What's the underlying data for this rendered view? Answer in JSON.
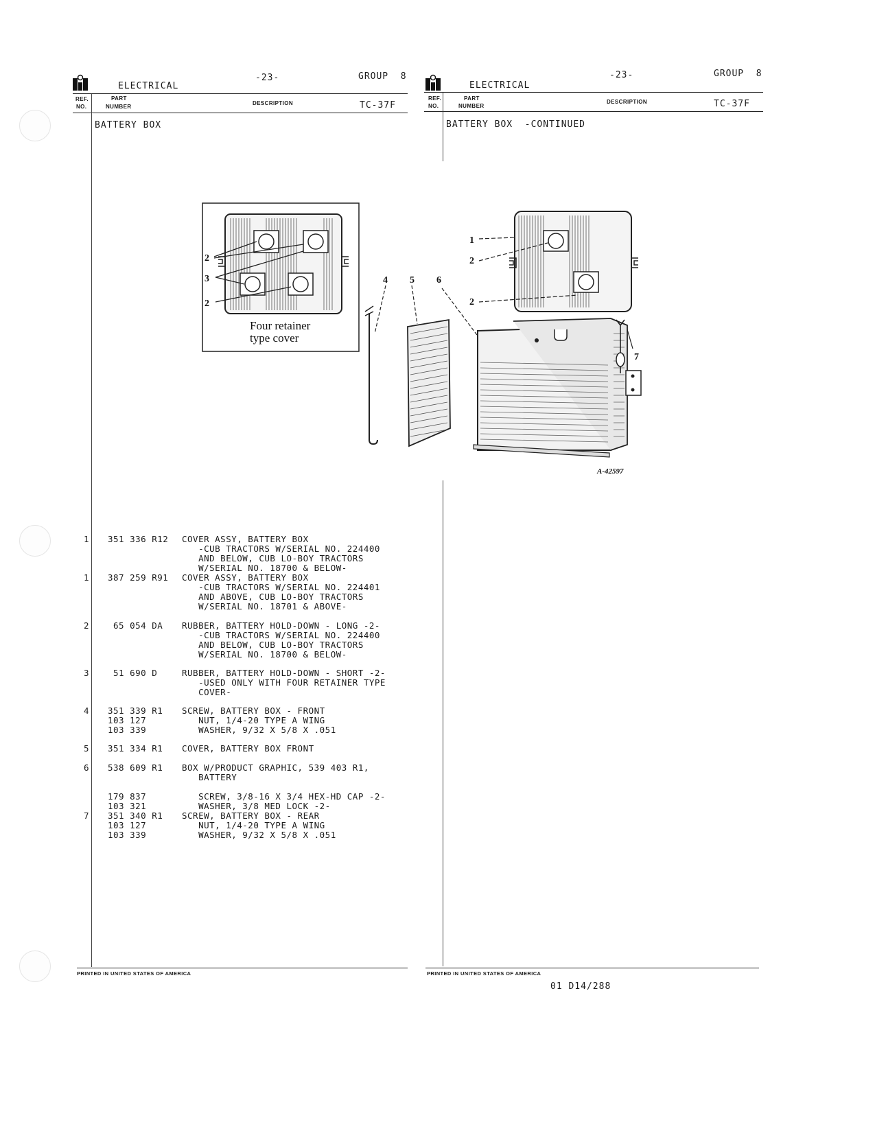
{
  "left_page": {
    "section": "ELECTRICAL",
    "page_number": "-23-",
    "group": "GROUP  8",
    "col_ref": "REF.",
    "col_no": "NO.",
    "col_part": "PART",
    "col_number": "NUMBER",
    "col_desc": "DESCRIPTION",
    "code": "TC-37F",
    "title": "BATTERY BOX",
    "inset_caption_1": "Four retainer",
    "inset_caption_2": "type cover",
    "footer": "PRINTED IN UNITED STATES OF AMERICA"
  },
  "right_page": {
    "section": "ELECTRICAL",
    "page_number": "-23-",
    "group": "GROUP  8",
    "col_ref": "REF.",
    "col_no": "NO.",
    "col_part": "PART",
    "col_number": "NUMBER",
    "col_desc": "DESCRIPTION",
    "code": "TC-37F",
    "title": "BATTERY BOX  -CONTINUED",
    "illustration_id": "A-42597",
    "footer": "PRINTED IN UNITED STATES OF AMERICA",
    "doc_code": "01 D14/288"
  },
  "callouts": {
    "c1": "1",
    "c2": "2",
    "c3": "3",
    "c4": "4",
    "c5": "5",
    "c6": "6",
    "c7": "7"
  },
  "parts": [
    {
      "ref": "1",
      "lines": [
        {
          "part": "351 336 R12",
          "desc": "COVER ASSY, BATTERY BOX"
        },
        {
          "part": "",
          "desc": "   -CUB TRACTORS W/SERIAL NO. 224400"
        },
        {
          "part": "",
          "desc": "   AND BELOW, CUB LO-BOY TRACTORS"
        },
        {
          "part": "",
          "desc": "   W/SERIAL NO. 18700 & BELOW-"
        }
      ]
    },
    {
      "ref": "1",
      "lines": [
        {
          "part": "387 259 R91",
          "desc": "COVER ASSY, BATTERY BOX"
        },
        {
          "part": "",
          "desc": "   -CUB TRACTORS W/SERIAL NO. 224401"
        },
        {
          "part": "",
          "desc": "   AND ABOVE, CUB LO-BOY TRACTORS"
        },
        {
          "part": "",
          "desc": "   W/SERIAL NO. 18701 & ABOVE-"
        }
      ]
    },
    {
      "ref": "2",
      "lines": [
        {
          "part": " 65 054 DA",
          "desc": "RUBBER, BATTERY HOLD-DOWN - LONG -2-"
        },
        {
          "part": "",
          "desc": "   -CUB TRACTORS W/SERIAL NO. 224400"
        },
        {
          "part": "",
          "desc": "   AND BELOW, CUB LO-BOY TRACTORS"
        },
        {
          "part": "",
          "desc": "   W/SERIAL NO. 18700 & BELOW-"
        }
      ]
    },
    {
      "ref": "3",
      "lines": [
        {
          "part": " 51 690 D",
          "desc": "RUBBER, BATTERY HOLD-DOWN - SHORT -2-"
        },
        {
          "part": "",
          "desc": "   -USED ONLY WITH FOUR RETAINER TYPE"
        },
        {
          "part": "",
          "desc": "   COVER-"
        }
      ]
    },
    {
      "ref": "4",
      "lines": [
        {
          "part": "351 339 R1",
          "desc": "SCREW, BATTERY BOX - FRONT"
        },
        {
          "part": "103 127",
          "desc": "   NUT, 1/4-20 TYPE A WING"
        },
        {
          "part": "103 339",
          "desc": "   WASHER, 9/32 X 5/8 X .051"
        }
      ]
    },
    {
      "ref": "5",
      "lines": [
        {
          "part": "351 334 R1",
          "desc": "COVER, BATTERY BOX FRONT"
        }
      ]
    },
    {
      "ref": "6",
      "lines": [
        {
          "part": "538 609 R1",
          "desc": "BOX W/PRODUCT GRAPHIC, 539 403 R1,"
        },
        {
          "part": "",
          "desc": "   BATTERY"
        },
        {
          "part": "",
          "desc": ""
        },
        {
          "part": "179 837",
          "desc": "   SCREW, 3/8-16 X 3/4 HEX-HD CAP -2-"
        },
        {
          "part": "103 321",
          "desc": "   WASHER, 3/8 MED LOCK -2-"
        }
      ]
    },
    {
      "ref": "7",
      "lines": [
        {
          "part": "351 340 R1",
          "desc": "SCREW, BATTERY BOX - REAR"
        },
        {
          "part": "103 127",
          "desc": "   NUT, 1/4-20 TYPE A WING"
        },
        {
          "part": "103 339",
          "desc": "   WASHER, 9/32 X 5/8 X .051"
        }
      ]
    }
  ]
}
